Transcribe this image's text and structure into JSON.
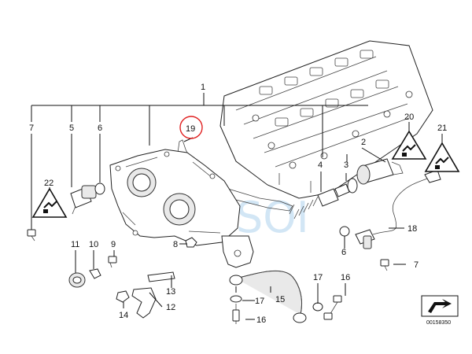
{
  "callouts": {
    "c1": "1",
    "c2": "2",
    "c3": "3",
    "c4": "4",
    "c5": "5",
    "c6a": "6",
    "c6b": "6",
    "c7a": "7",
    "c7b": "7",
    "c8": "8",
    "c9": "9",
    "c10": "10",
    "c11": "11",
    "c12": "12",
    "c13": "13",
    "c14": "14",
    "c15": "15",
    "c16a": "16",
    "c16b": "16",
    "c17a": "17",
    "c17b": "17",
    "c18": "18",
    "c19": "19",
    "c20": "20",
    "c21": "21",
    "c22": "22"
  },
  "highlighted_callout": "19",
  "watermark": "SOI",
  "diagram_number": "00158350",
  "colors": {
    "line": "#111111",
    "highlight": "#e02020",
    "watermark": "#9cc8ea"
  },
  "icons": {
    "warning": "electrical-warning-triangle-icon",
    "corner": "direction-arrow-icon",
    "watermark_logo": "soi-swirl-logo"
  }
}
